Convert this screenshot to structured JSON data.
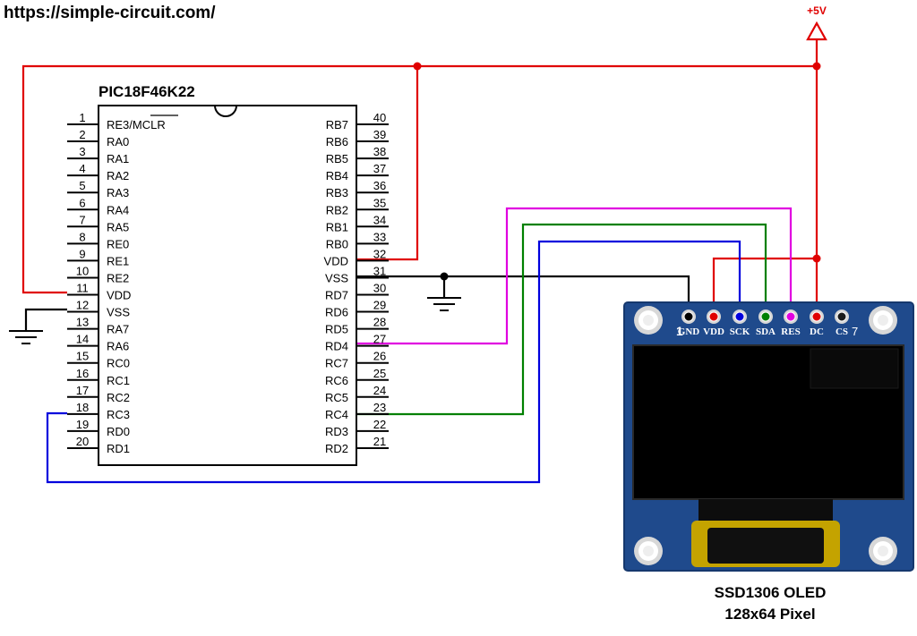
{
  "source_url": "https://simple-circuit.com/",
  "mcu": {
    "name": "PIC18F46K22",
    "left_pins": [
      {
        "num": "1",
        "label": "RE3/MCLR"
      },
      {
        "num": "2",
        "label": "RA0"
      },
      {
        "num": "3",
        "label": "RA1"
      },
      {
        "num": "4",
        "label": "RA2"
      },
      {
        "num": "5",
        "label": "RA3"
      },
      {
        "num": "6",
        "label": "RA4"
      },
      {
        "num": "7",
        "label": "RA5"
      },
      {
        "num": "8",
        "label": "RE0"
      },
      {
        "num": "9",
        "label": "RE1"
      },
      {
        "num": "10",
        "label": "RE2"
      },
      {
        "num": "11",
        "label": "VDD"
      },
      {
        "num": "12",
        "label": "VSS"
      },
      {
        "num": "13",
        "label": "RA7"
      },
      {
        "num": "14",
        "label": "RA6"
      },
      {
        "num": "15",
        "label": "RC0"
      },
      {
        "num": "16",
        "label": "RC1"
      },
      {
        "num": "17",
        "label": "RC2"
      },
      {
        "num": "18",
        "label": "RC3"
      },
      {
        "num": "19",
        "label": "RD0"
      },
      {
        "num": "20",
        "label": "RD1"
      }
    ],
    "right_pins": [
      {
        "num": "40",
        "label": "RB7"
      },
      {
        "num": "39",
        "label": "RB6"
      },
      {
        "num": "38",
        "label": "RB5"
      },
      {
        "num": "37",
        "label": "RB4"
      },
      {
        "num": "36",
        "label": "RB3"
      },
      {
        "num": "35",
        "label": "RB2"
      },
      {
        "num": "34",
        "label": "RB1"
      },
      {
        "num": "33",
        "label": "RB0"
      },
      {
        "num": "32",
        "label": "VDD"
      },
      {
        "num": "31",
        "label": "VSS"
      },
      {
        "num": "30",
        "label": "RD7"
      },
      {
        "num": "29",
        "label": "RD6"
      },
      {
        "num": "28",
        "label": "RD5"
      },
      {
        "num": "27",
        "label": "RD4"
      },
      {
        "num": "26",
        "label": "RC7"
      },
      {
        "num": "25",
        "label": "RC6"
      },
      {
        "num": "24",
        "label": "RC5"
      },
      {
        "num": "23",
        "label": "RC4"
      },
      {
        "num": "22",
        "label": "RD3"
      },
      {
        "num": "21",
        "label": "RD2"
      }
    ]
  },
  "supply_label": "+5V",
  "oled": {
    "header_pins": [
      "GND",
      "VDD",
      "SCK",
      "SDA",
      "RES",
      "DC",
      "CS"
    ],
    "caption_line1": "SSD1306 OLED",
    "caption_line2": "128x64 Pixel"
  },
  "colors": {
    "power": "#e00000",
    "ground": "#000000",
    "scl": "#0000dd",
    "sda": "#008000",
    "reset": "#e000e0",
    "board": "#1f4a8c"
  }
}
